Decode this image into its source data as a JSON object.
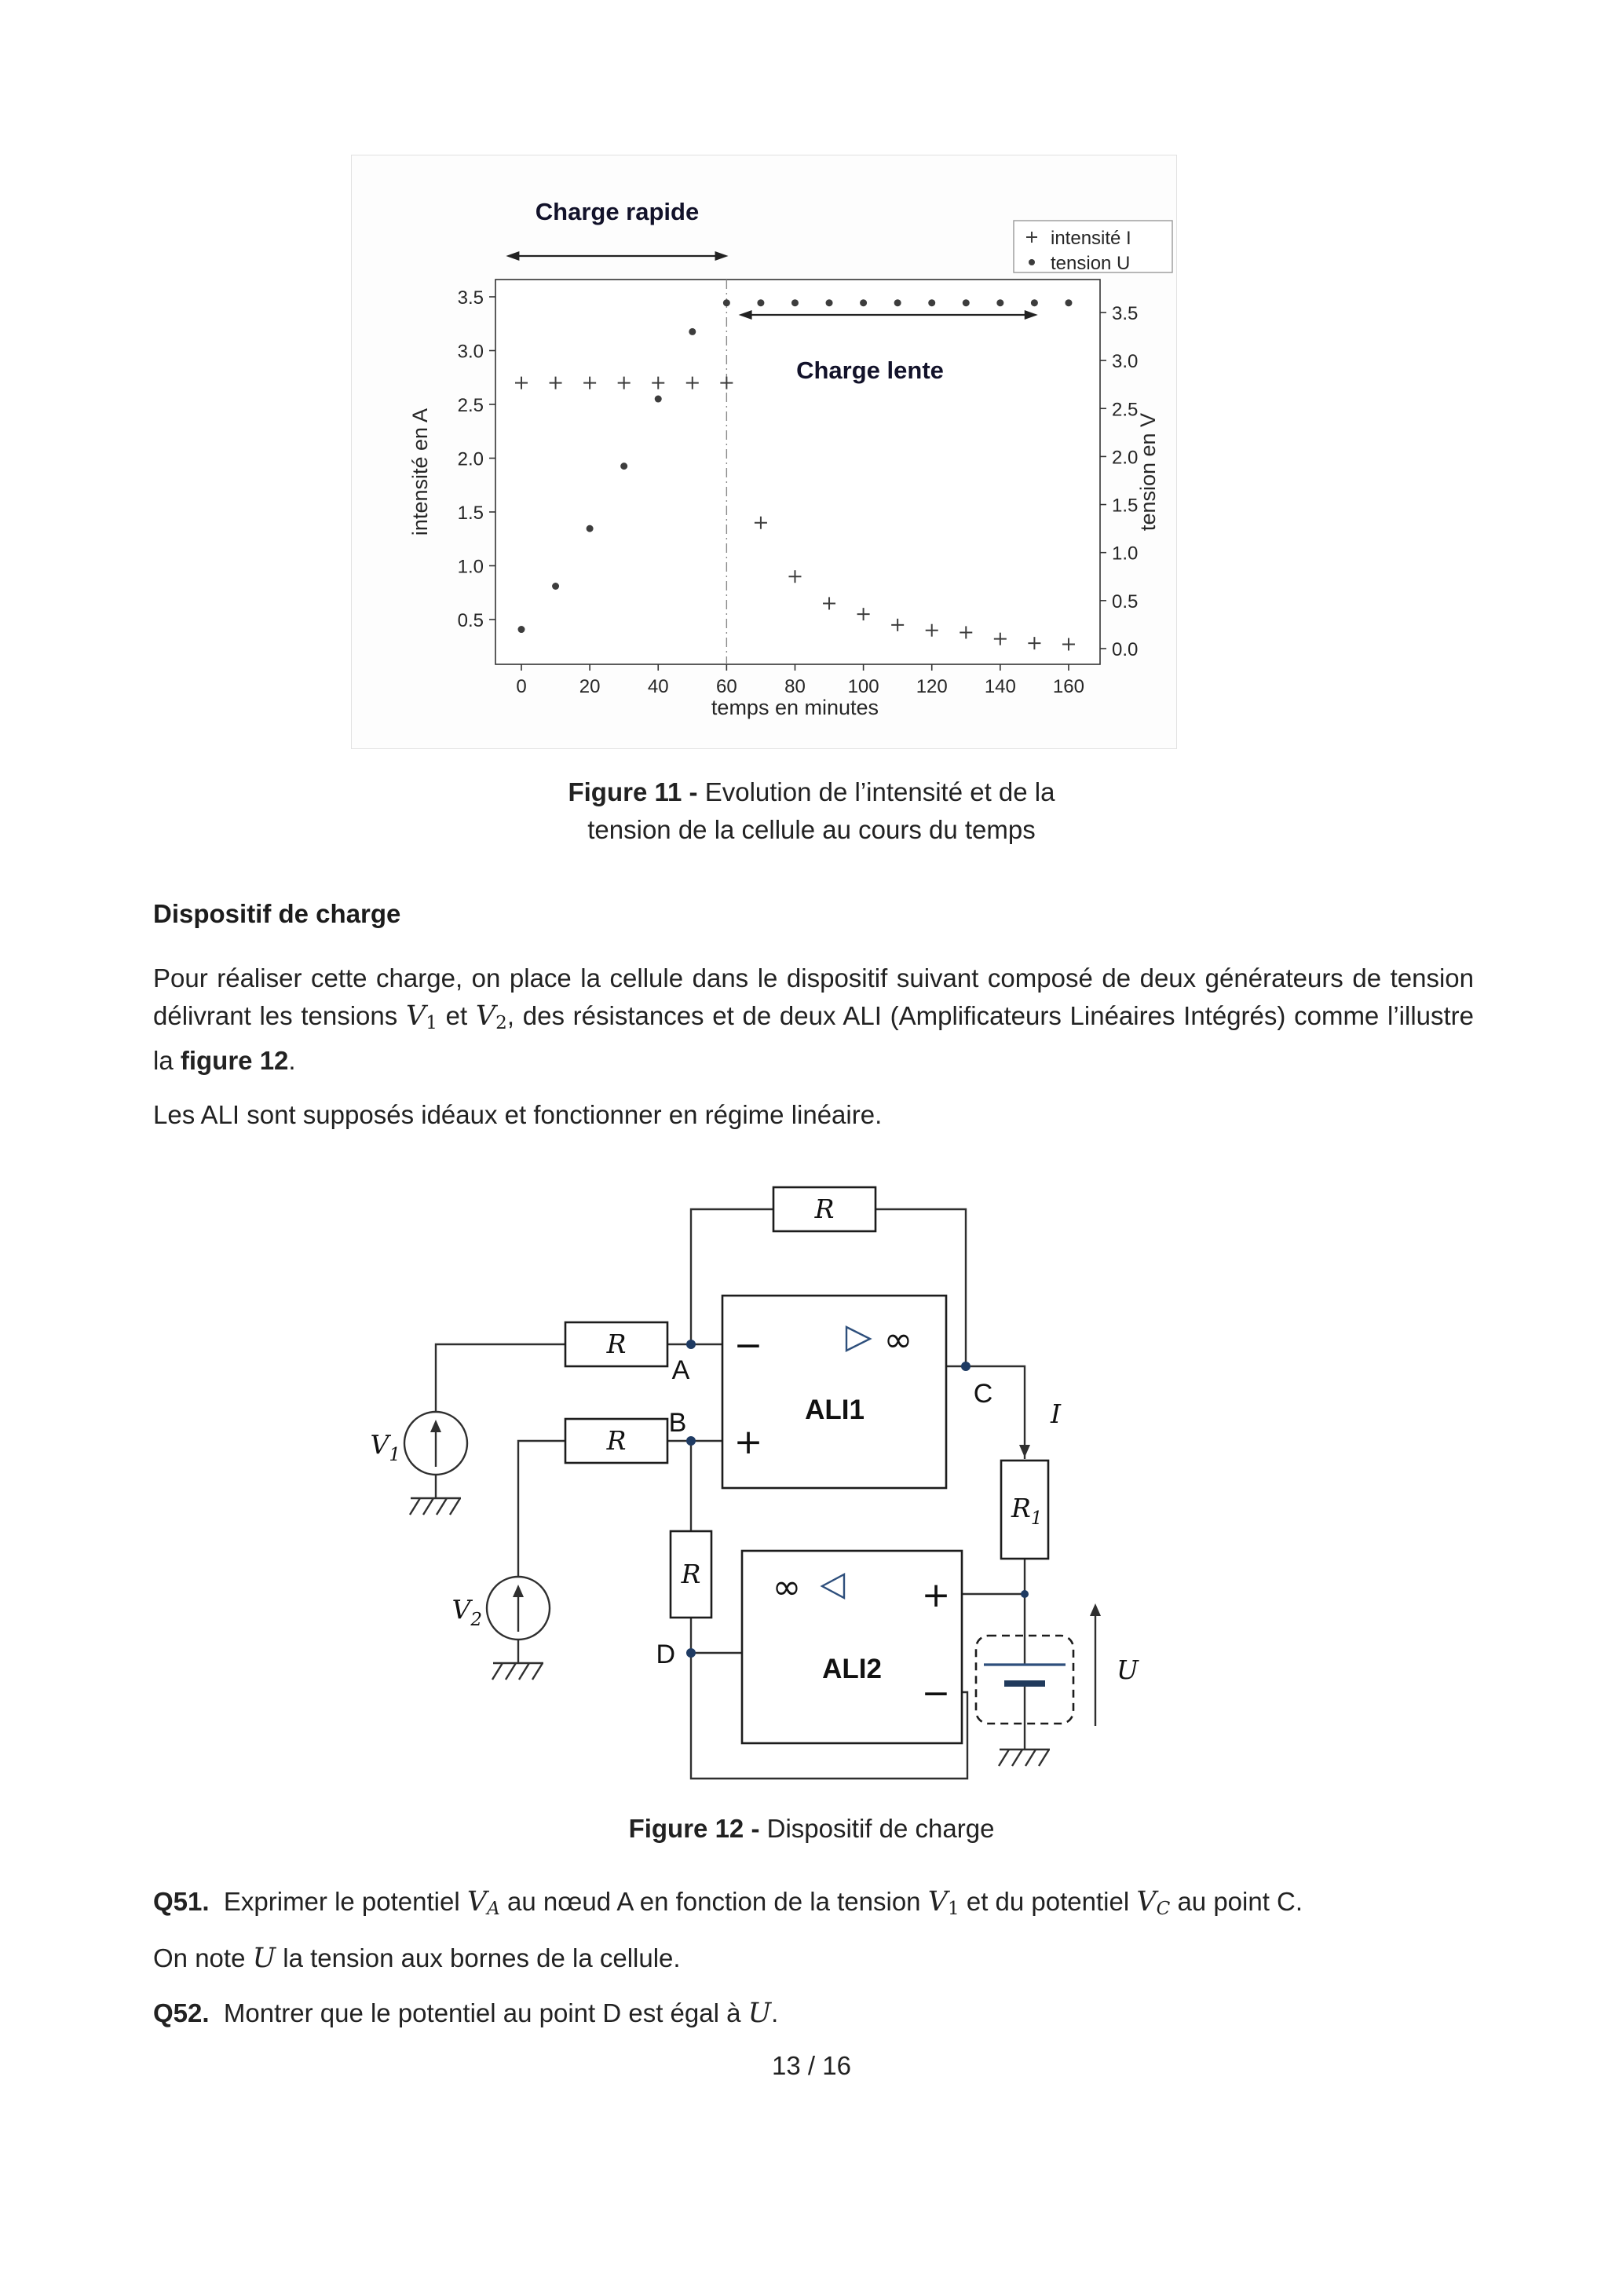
{
  "page": {
    "number": "13 / 16"
  },
  "colors": {
    "wire": "#2f2f2f",
    "node_dot": "#1f3b63",
    "amp_accent": "#2e4f7c",
    "text": "#222222"
  },
  "chart_data": {
    "type": "scatter",
    "xlabel": "temps en minutes",
    "ylabel_left": "intensité en A",
    "ylabel_right": "tension en V",
    "xticks": [
      "0",
      "20",
      "40",
      "60",
      "80",
      "100",
      "120",
      "140",
      "160"
    ],
    "yticks_left": [
      "3.5",
      "3.0",
      "2.5",
      "2.0",
      "1.5",
      "1.0",
      "0.5"
    ],
    "yticks_right": [
      "3.5",
      "3.0",
      "2.5",
      "2.0",
      "1.5",
      "1.0",
      "0.5",
      "0.0"
    ],
    "xlim": [
      -8,
      169
    ],
    "ylim_left": [
      0.1,
      3.66
    ],
    "ylim_right": [
      -0.15,
      3.84
    ],
    "grid": false,
    "legend_position": "top-right",
    "legend": [
      {
        "marker": "+",
        "label": "intensité I"
      },
      {
        "marker": "•",
        "label": "tension U"
      }
    ],
    "vline_x": 60,
    "annotations": [
      {
        "text": "Charge rapide",
        "arrow_from": -4.5,
        "arrow_to": 60.5
      },
      {
        "text": "Charge lente",
        "arrow_from": 63.5,
        "arrow_to": 151
      }
    ],
    "series": [
      {
        "name": "intensité I",
        "axis": "left",
        "marker": "plus",
        "x": [
          0,
          10,
          20,
          30,
          40,
          50,
          60,
          70,
          80,
          90,
          100,
          110,
          120,
          130,
          140,
          150,
          160
        ],
        "y": [
          2.7,
          2.7,
          2.7,
          2.7,
          2.7,
          2.7,
          2.7,
          1.4,
          0.9,
          0.65,
          0.55,
          0.45,
          0.4,
          0.38,
          0.32,
          0.28,
          0.27
        ]
      },
      {
        "name": "tension U",
        "axis": "right",
        "marker": "dot",
        "x": [
          0,
          10,
          20,
          30,
          40,
          50,
          60,
          70,
          80,
          90,
          100,
          110,
          120,
          130,
          140,
          150,
          160
        ],
        "y": [
          0.2,
          0.65,
          1.25,
          1.9,
          2.6,
          3.3,
          3.6,
          3.6,
          3.6,
          3.6,
          3.6,
          3.6,
          3.6,
          3.6,
          3.6,
          3.6,
          3.6
        ]
      }
    ]
  },
  "figure11": {
    "caption_line1": [
      {
        "t": "Figure 11 - ",
        "s": "b"
      },
      {
        "t": "Evolution de l’intensité et de la",
        "s": "n"
      }
    ],
    "caption_line2": "tension de la cellule au cours du temps"
  },
  "section": {
    "heading": "Dispositif de charge",
    "para1": [
      {
        "t": "Pour réaliser cette charge, on place la cellule dans le dispositif suivant composé de deux générateurs de tension délivrant les tensions ",
        "s": "n"
      },
      {
        "t": "V",
        "s": "m"
      },
      {
        "t": "1",
        "s": "ms"
      },
      {
        "t": " et ",
        "s": "n"
      },
      {
        "t": "V",
        "s": "m"
      },
      {
        "t": "2",
        "s": "ms"
      },
      {
        "t": ", des résistances et de deux ALI (Amplificateurs Linéaires Intégrés) comme l’illustre la ",
        "s": "n"
      },
      {
        "t": "figure 12",
        "s": "b"
      },
      {
        "t": ".",
        "s": "n"
      }
    ],
    "para2": "Les ALI sont supposés idéaux et fonctionner en régime linéaire."
  },
  "figure12": {
    "caption": [
      {
        "t": "Figure 12 - ",
        "s": "b"
      },
      {
        "t": "Dispositif de charge",
        "s": "n"
      }
    ],
    "labels": {
      "r": "R",
      "r1_base": "R",
      "r1_sub": "1",
      "ali1": "ALI1",
      "ali2": "ALI2",
      "node_a": "A",
      "node_b": "B",
      "node_c": "C",
      "node_d": "D",
      "v1_base": "V",
      "v1_sub": "1",
      "v2_base": "V",
      "v2_sub": "2",
      "current": "I",
      "voltage": "U",
      "plus": "+",
      "minus": "−",
      "infinity": "∞"
    }
  },
  "questions": {
    "q51": [
      {
        "t": "Q51.",
        "s": "b"
      },
      {
        "t": "  Exprimer le potentiel ",
        "s": "n"
      },
      {
        "t": "V",
        "s": "m"
      },
      {
        "t": "A",
        "s": "msi"
      },
      {
        "t": " au nœud A en fonction de la tension ",
        "s": "n"
      },
      {
        "t": "V",
        "s": "m"
      },
      {
        "t": "1",
        "s": "ms"
      },
      {
        "t": " et du potentiel ",
        "s": "n"
      },
      {
        "t": "V",
        "s": "m"
      },
      {
        "t": "C",
        "s": "msi"
      },
      {
        "t": " au point C.",
        "s": "n"
      }
    ],
    "note": [
      {
        "t": "On note ",
        "s": "n"
      },
      {
        "t": "U",
        "s": "m"
      },
      {
        "t": " la tension aux bornes de la cellule.",
        "s": "n"
      }
    ],
    "q52": [
      {
        "t": "Q52.",
        "s": "b"
      },
      {
        "t": "  Montrer que le potentiel au point D est égal à ",
        "s": "n"
      },
      {
        "t": "U",
        "s": "m"
      },
      {
        "t": ".",
        "s": "n"
      }
    ]
  }
}
